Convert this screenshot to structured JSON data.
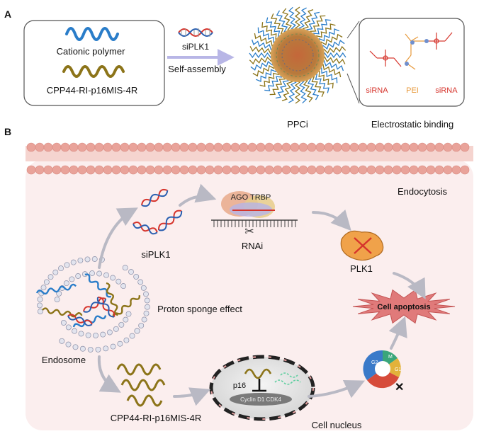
{
  "panels": {
    "a": {
      "letter": "A",
      "legend": {
        "polymer_label": "Cationic polymer",
        "peptide_label": "CPP44-RI-p16MIS-4R"
      },
      "arrow": {
        "top_label": "siPLK1",
        "bottom_label": "Self-assembly"
      },
      "nanoparticle_label": "PPCi",
      "inset": {
        "left_label": "siRNA",
        "center_label": "PEI",
        "right_label": "siRNA",
        "caption": "Electrostatic binding"
      }
    },
    "b": {
      "letter": "B",
      "endocytosis_label": "Endocytosis",
      "agotrbp_label": "AGO TRBP",
      "sirna_label": "siPLK1",
      "rnai_label": "RNAi",
      "plk1_label": "PLK1",
      "proton_label": "Proton sponge effect",
      "endosome_label": "Endosome",
      "apoptosis_label": "Cell apoptosis",
      "p16_label": "p16",
      "cyclin_label": "Cyclin D1 CDK4",
      "peptide_label": "CPP44-RI-p16MIS-4R",
      "nucleus_label": "Cell nucleus",
      "cell_cycle": {
        "g2": "G2",
        "m": "M",
        "g1": "G1"
      }
    }
  },
  "colors": {
    "polymer": "#2a7dc9",
    "peptide": "#8c7419",
    "sirna_red": "#d6342c",
    "sirna_blue": "#2a5fb0",
    "pei_orange": "#e79a3c",
    "membrane": "#e9a39a",
    "cytoplasm": "#fbeeee"
  }
}
